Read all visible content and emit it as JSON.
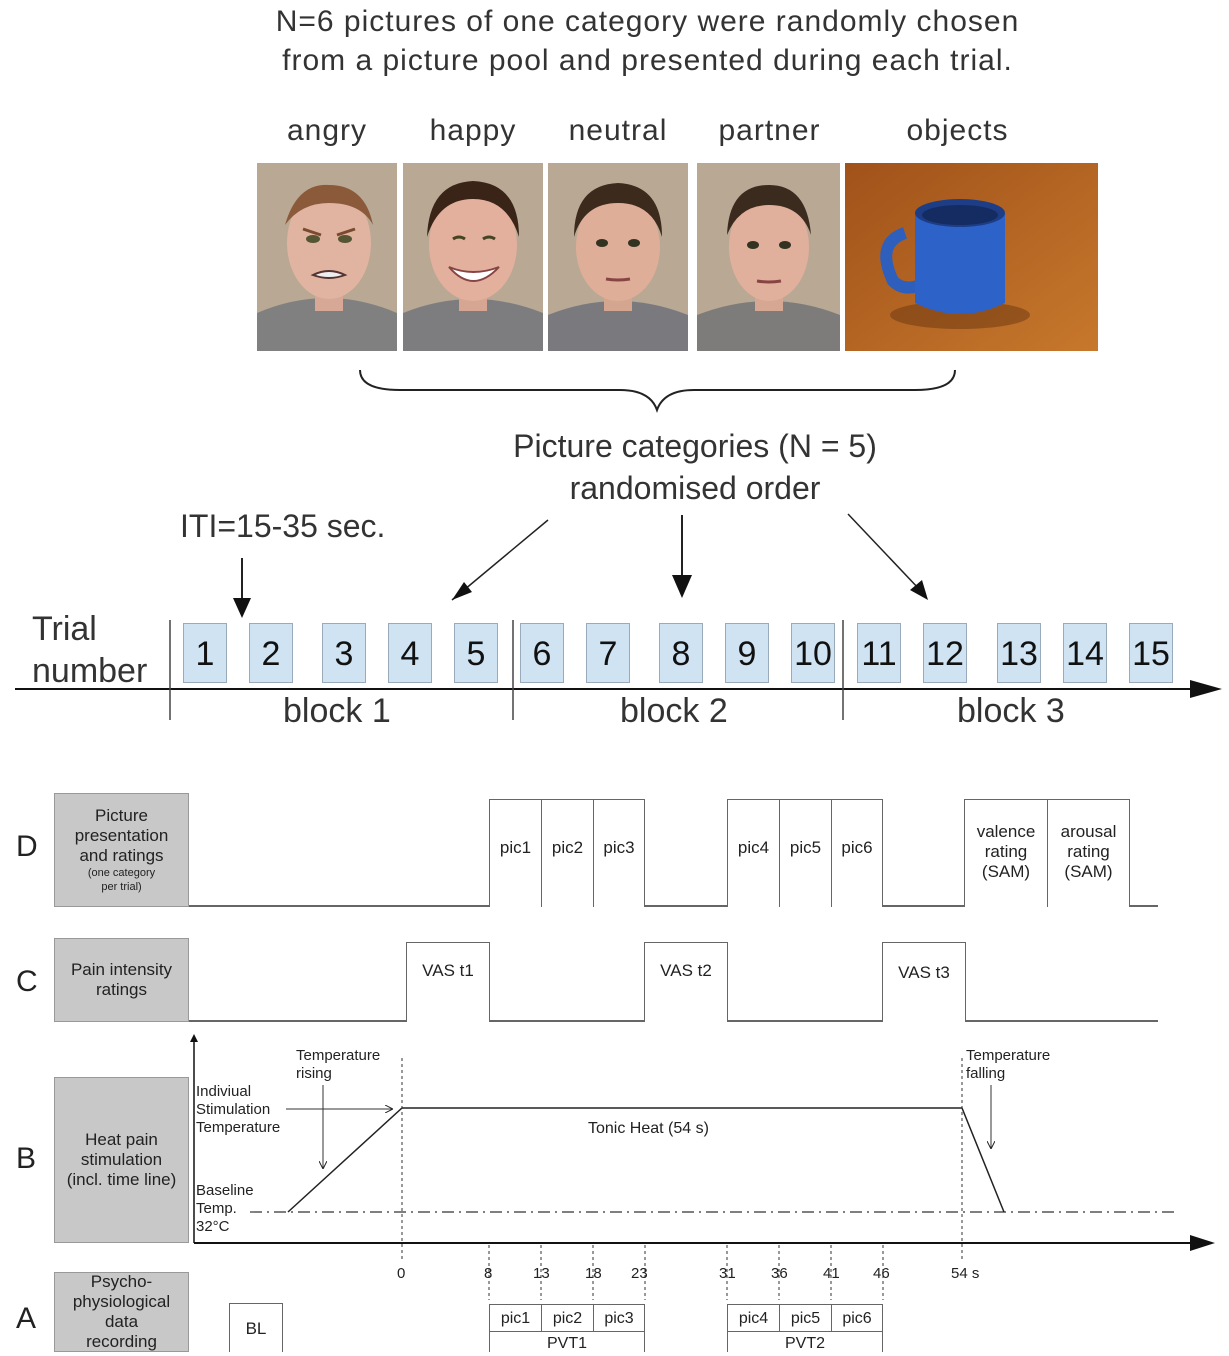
{
  "title": {
    "line1": "N=6 pictures of one category were randomly chosen",
    "line2": "from a picture pool and presented during each trial."
  },
  "categories": [
    "angry",
    "happy",
    "neutral",
    "partner",
    "objects"
  ],
  "brace_label": {
    "line1": "Picture categories (N = 5)",
    "line2": "randomised order"
  },
  "iti_label": "ITI=15-35 sec.",
  "trial_axis_label": {
    "line1": "Trial",
    "line2": "number"
  },
  "trials": [
    "1",
    "2",
    "3",
    "4",
    "5",
    "6",
    "7",
    "8",
    "9",
    "10",
    "11",
    "12",
    "13",
    "14",
    "15"
  ],
  "blocks": [
    "block 1",
    "block 2",
    "block 3"
  ],
  "rows": {
    "D": {
      "letter": "D",
      "label_lines": [
        "Picture",
        "presentation",
        "and ratings"
      ],
      "label_small": [
        "(one category",
        "per trial)"
      ],
      "boxes": [
        "pic1",
        "pic2",
        "pic3",
        "pic4",
        "pic5",
        "pic6"
      ],
      "valence": [
        "valence",
        "rating",
        "(SAM)"
      ],
      "arousal": [
        "arousal",
        "rating",
        "(SAM)"
      ]
    },
    "C": {
      "letter": "C",
      "label_lines": [
        "Pain intensity",
        "ratings"
      ],
      "boxes": [
        "VAS t1",
        "VAS t2",
        "VAS t3"
      ]
    },
    "B": {
      "letter": "B",
      "label_lines": [
        "Heat pain",
        "stimulation",
        "(incl. time line)"
      ],
      "temp_rising": [
        "Temperature",
        "rising"
      ],
      "temp_falling": [
        "Temperature",
        "falling"
      ],
      "individual_temp": [
        "Indiviual",
        "Stimulation",
        "Temperature"
      ],
      "baseline": [
        "Baseline",
        "Temp.",
        "32°C"
      ],
      "tonic": "Tonic Heat (54 s)"
    },
    "A": {
      "letter": "A",
      "label_lines": [
        "Psycho-",
        "physiological",
        "data",
        "recording"
      ],
      "bl": "BL",
      "pics1": [
        "pic1",
        "pic2",
        "pic3"
      ],
      "pics2": [
        "pic4",
        "pic5",
        "pic6"
      ],
      "pvt1": "PVT1",
      "pvt2": "PVT2"
    }
  },
  "time_ticks": [
    "0",
    "8",
    "13",
    "18",
    "23",
    "31",
    "36",
    "41",
    "46",
    "54 s"
  ]
}
